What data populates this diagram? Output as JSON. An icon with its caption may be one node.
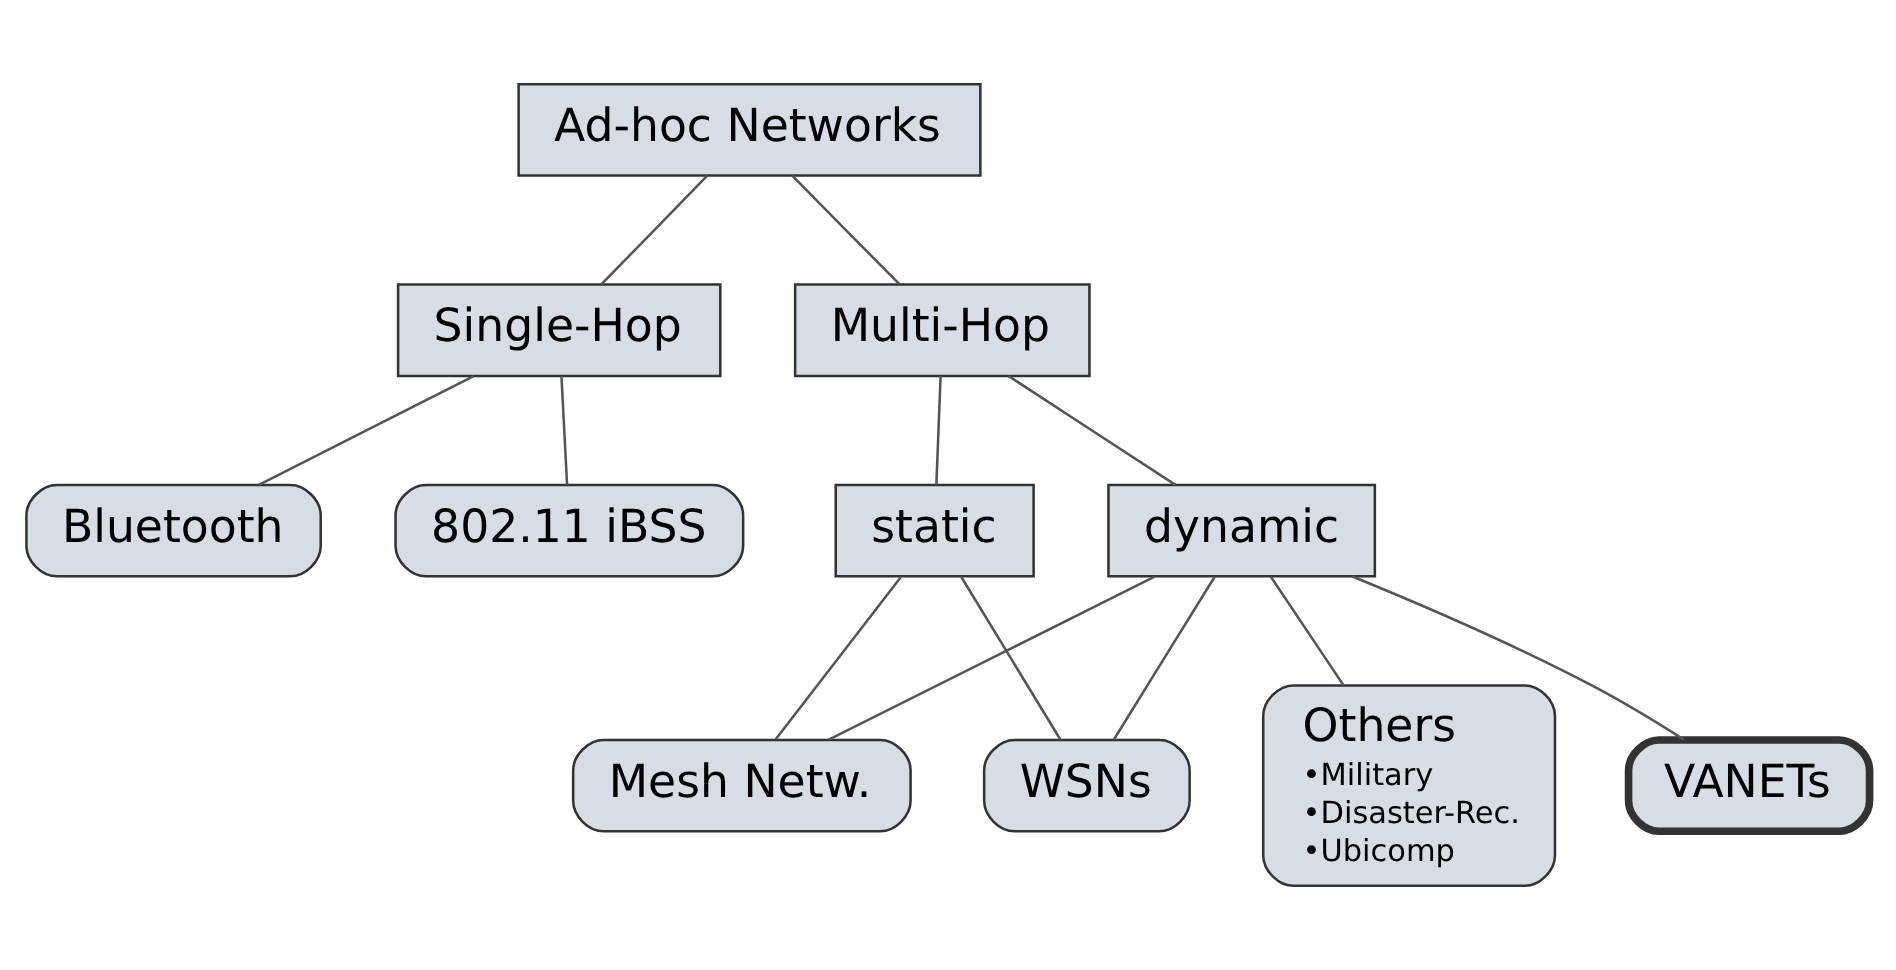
{
  "diagram": {
    "nodes": [
      {
        "text": [
          "Ad-hoc Networks"
        ]
      },
      {
        "text": [
          "Single-Hop"
        ]
      },
      {
        "text": [
          "Multi-Hop"
        ]
      },
      {
        "text": [
          "Bluetooth"
        ]
      },
      {
        "text": [
          "802.11 iBSS"
        ]
      },
      {
        "text": [
          "static"
        ]
      },
      {
        "text": [
          "dynamic"
        ]
      },
      {
        "text": [
          "Mesh Netw."
        ]
      },
      {
        "text": [
          "WSNs"
        ]
      },
      {
        "text": [
          "Others",
          "•Military",
          "•Disaster-Rec.",
          "•Ubicomp"
        ]
      },
      {
        "text": [
          "VANETs"
        ]
      }
    ],
    "edges": [
      {
        "from": 0,
        "to": 1,
        "arrow": "none"
      },
      {
        "from": 0,
        "to": 2,
        "arrow": "none"
      },
      {
        "from": 1,
        "to": 3,
        "arrow": "none"
      },
      {
        "from": 1,
        "to": 4,
        "arrow": "none"
      },
      {
        "from": 2,
        "to": 5,
        "arrow": "none"
      },
      {
        "from": 2,
        "to": 6,
        "arrow": "none"
      },
      {
        "from": 5,
        "to": 7,
        "arrow": "none"
      },
      {
        "from": 5,
        "to": 8,
        "arrow": "none"
      },
      {
        "from": 6,
        "to": 7,
        "arrow": "none"
      },
      {
        "from": 6,
        "to": 8,
        "arrow": "none"
      },
      {
        "from": 6,
        "to": 9,
        "arrow": "none"
      },
      {
        "from": 6,
        "to": 10,
        "arrow": "none"
      }
    ]
  }
}
